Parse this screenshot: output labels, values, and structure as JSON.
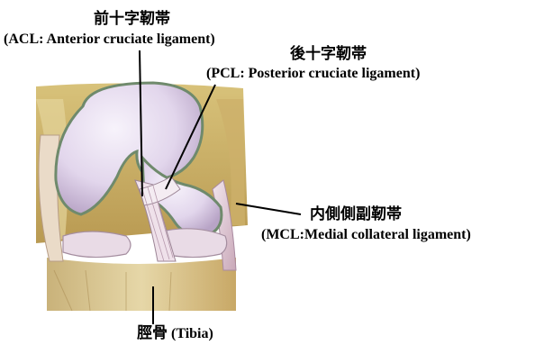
{
  "labels": {
    "acl": {
      "jp": "前十字靭帯",
      "en": "(ACL: Anterior cruciate ligament)"
    },
    "pcl": {
      "jp": "後十字靭帯",
      "en": "(PCL: Posterior cruciate ligament)"
    },
    "mcl": {
      "jp": "内側側副靭帯",
      "en": "(MCL:Medial collateral ligament)"
    },
    "tibia": {
      "jp": "脛骨",
      "en": "(Tibia)"
    }
  },
  "colors": {
    "background": "#ffffff",
    "cartilage": "#e8e0f0",
    "bone": "#d9c48a",
    "ligament": "#e6d2dc",
    "leader_line": "#000000"
  }
}
